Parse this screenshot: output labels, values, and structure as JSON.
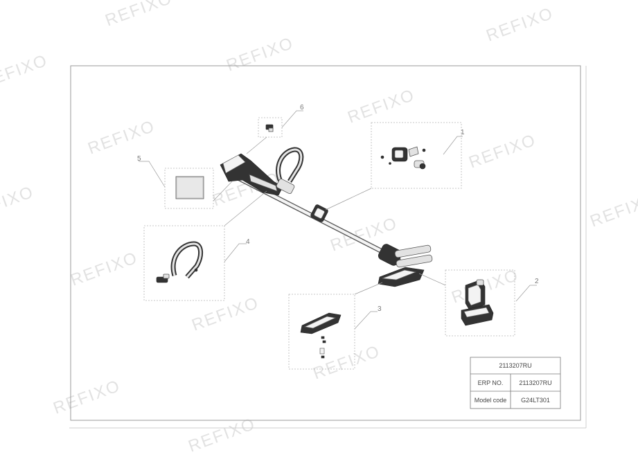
{
  "drawing": {
    "callouts": [
      "1",
      "2",
      "3",
      "4",
      "5",
      "6"
    ],
    "title_block": {
      "header": "2113207RU",
      "rows": [
        {
          "label": "ERP NO.",
          "value": "2113207RU"
        },
        {
          "label": "Model code",
          "value": "G24LT301"
        }
      ]
    },
    "watermark": "REFIXO"
  },
  "colors": {
    "frame": "#9a9a9a",
    "part_dark": "#333333",
    "part_light": "#e2e2e2"
  }
}
